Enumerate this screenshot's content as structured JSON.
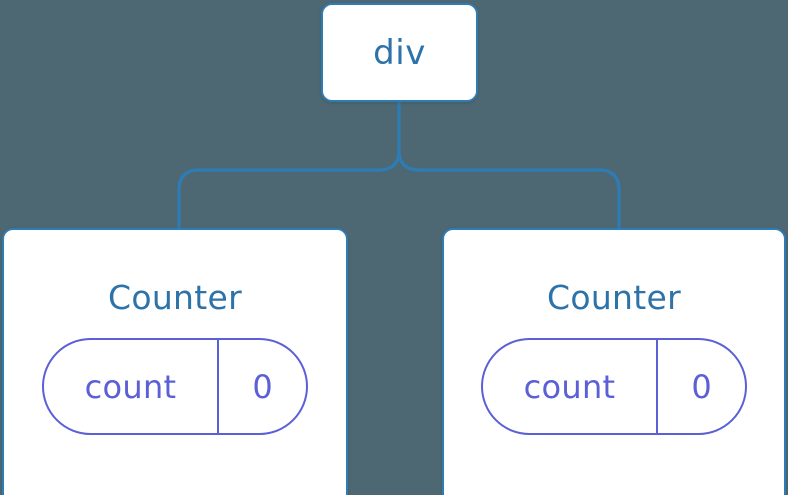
{
  "diagram": {
    "type": "component-tree",
    "background_color": "#4d6872",
    "node_border_color": "#2e7cb5",
    "node_text_color": "#2d72a8",
    "state_color": "#5b60d6",
    "connector_color": "#2e7cb5"
  },
  "root": {
    "label": "div"
  },
  "children": [
    {
      "label": "Counter",
      "state": {
        "key": "count",
        "value": "0"
      }
    },
    {
      "label": "Counter",
      "state": {
        "key": "count",
        "value": "0"
      }
    }
  ]
}
